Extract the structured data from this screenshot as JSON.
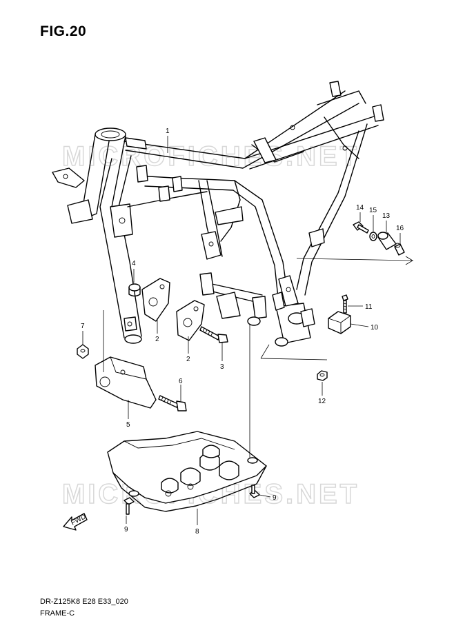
{
  "figure": {
    "title": "FIG.20"
  },
  "watermark": {
    "text": "MICROFICHES.NET"
  },
  "caption": {
    "model": "DR-Z125K8 E28 E33_020",
    "group": "FRAME-C"
  },
  "callouts": [
    {
      "id": "1",
      "label": "1"
    },
    {
      "id": "2a",
      "label": "2"
    },
    {
      "id": "2b",
      "label": "2"
    },
    {
      "id": "3",
      "label": "3"
    },
    {
      "id": "4",
      "label": "4"
    },
    {
      "id": "5",
      "label": "5"
    },
    {
      "id": "6",
      "label": "6"
    },
    {
      "id": "7",
      "label": "7"
    },
    {
      "id": "8",
      "label": "8"
    },
    {
      "id": "9a",
      "label": "9"
    },
    {
      "id": "9b",
      "label": "9"
    },
    {
      "id": "10",
      "label": "10"
    },
    {
      "id": "11",
      "label": "11"
    },
    {
      "id": "12",
      "label": "12"
    },
    {
      "id": "13",
      "label": "13"
    },
    {
      "id": "14",
      "label": "14"
    },
    {
      "id": "15",
      "label": "15"
    },
    {
      "id": "16",
      "label": "16"
    }
  ],
  "fwd_arrow": {
    "text": "FWD"
  }
}
